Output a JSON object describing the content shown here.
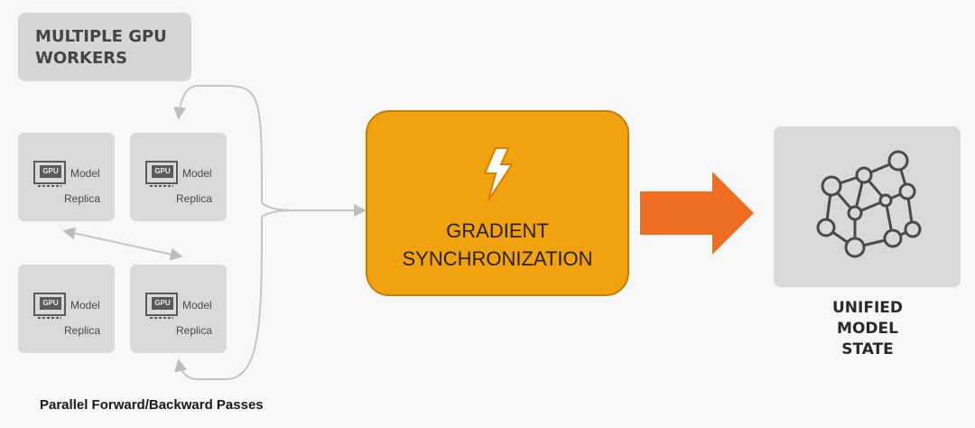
{
  "title": "MULTIPLE GPU\nWORKERS",
  "workers": [
    {
      "chip_label": "GPU",
      "name_line1": "Model",
      "name_line2": "Replica"
    },
    {
      "chip_label": "GPU",
      "name_line1": "Model",
      "name_line2": "Replica"
    },
    {
      "chip_label": "GPU",
      "name_line1": "Model",
      "name_line2": "Replica"
    },
    {
      "chip_label": "GPU",
      "name_line1": "Model",
      "name_line2": "Replica"
    }
  ],
  "sync": {
    "label": "GRADIENT\nSYNCHRONIZATION",
    "icon": "lightning-bolt-icon"
  },
  "unified": {
    "label": "UNIFIED\nMODEL\nSTATE",
    "icon": "network-graph-icon"
  },
  "caption": "Parallel Forward/Backward Passes",
  "colors": {
    "sync_fill": "#f0a20f",
    "arrow": "#ee6d22",
    "box_gray": "#d9d9d9",
    "connector": "#bdbdbd"
  }
}
